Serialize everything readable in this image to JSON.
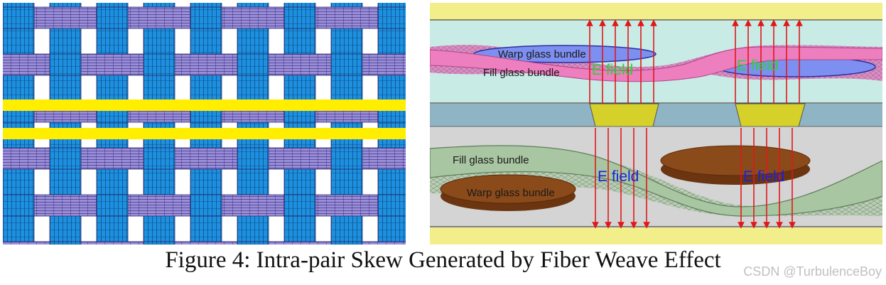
{
  "caption": "Figure 4: Intra-pair Skew Generated by Fiber Weave Effect",
  "watermark": "CSDN @TurbulenceBoy",
  "top_section": {
    "warp_label": "Warp glass bundle",
    "fill_label": "Fill glass bundle",
    "efield_label_1": "E field",
    "efield_label_2": "E field"
  },
  "bottom_section": {
    "fill_label": "Fill glass bundle",
    "warp_label": "Warp glass bundle",
    "efield_label_1": "E field",
    "efield_label_2": "E field"
  },
  "colors": {
    "warp_fiber": "#1e90e0",
    "fill_fiber": "#9a8fd6",
    "trace": "#ffee00",
    "arrow": "#e01818",
    "efield_green": "#2fd03a",
    "efield_blue": "#1b22d8",
    "fill_bundle_pink": "#ee7fbe",
    "warp_bundle_blue": "#7d8ff0",
    "bundle_brown": "#8b4a1a",
    "fill_bundle_green": "#a9c6a2"
  },
  "icons": {
    "arrow": "arrow-up-icon"
  }
}
